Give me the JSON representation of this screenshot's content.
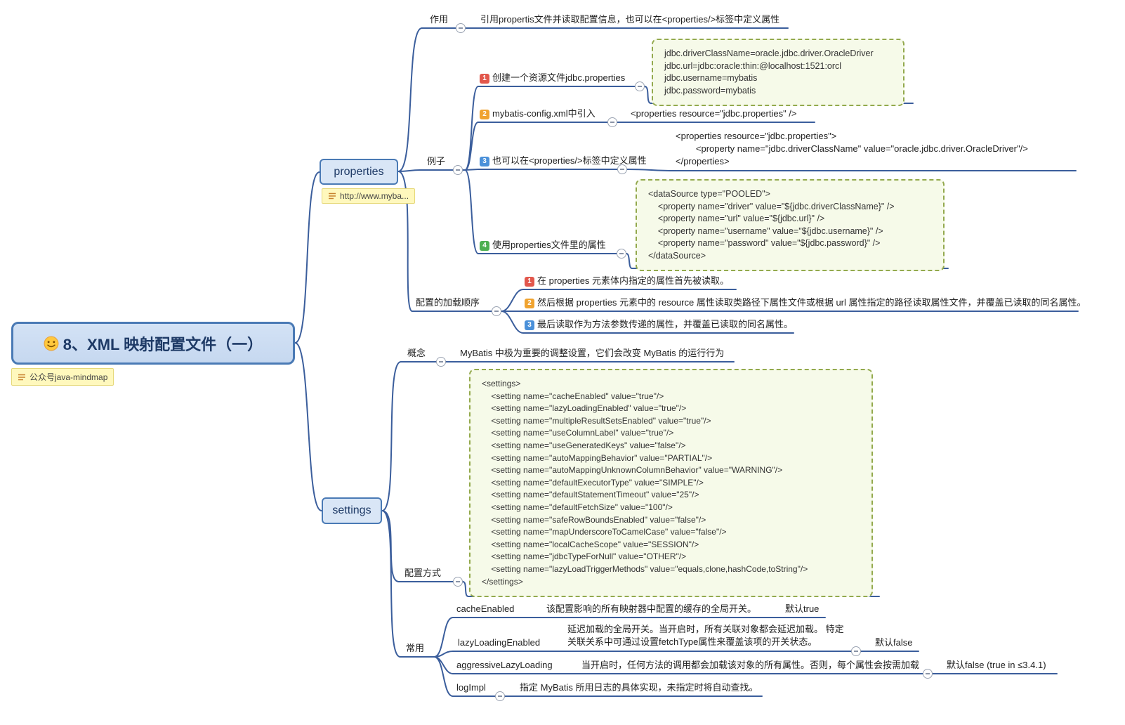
{
  "root": {
    "title": "8、XML 映射配置文件（一）",
    "note": "公众号java-mindmap"
  },
  "colors": {
    "line": "#3b5e9c",
    "topic_fill": "#d9e6f6",
    "topic_border": "#4a7ab5",
    "root_fill": "#c6d8f0",
    "text_dark": "#1e3a66",
    "note_bg": "#fff8bd",
    "code_box_bg": "#f6fae9",
    "code_box_border": "#93a94d",
    "badge1": "#e2574c",
    "badge2": "#f0a32f",
    "badge3": "#4a90d9",
    "badge4": "#4caf50"
  },
  "properties": {
    "label": "properties",
    "note": "http://www.myba...",
    "purpose": {
      "label": "作用",
      "text": "引用propertis文件并读取配置信息，也可以在<properties/>标签中定义属性"
    },
    "example": {
      "label": "例子",
      "items": [
        {
          "num": "1",
          "label": "创建一个资源文件jdbc.properties",
          "code": "jdbc.driverClassName=oracle.jdbc.driver.OracleDriver\njdbc.url=jdbc:oracle:thin:@localhost:1521:orcl\njdbc.username=mybatis\njdbc.password=mybatis"
        },
        {
          "num": "2",
          "label": "mybatis-config.xml中引入",
          "code": "<properties resource=\"jdbc.properties\" />"
        },
        {
          "num": "3",
          "label": "也可以在<properties/>标签中定义属性",
          "code": "<properties resource=\"jdbc.properties\">\n        <property name=\"jdbc.driverClassName\" value=\"oracle.jdbc.driver.OracleDriver\"/>\n</properties>"
        },
        {
          "num": "4",
          "label": "使用properties文件里的属性",
          "code": "<dataSource type=\"POOLED\">\n    <property name=\"driver\" value=\"${jdbc.driverClassName}\" />\n    <property name=\"url\" value=\"${jdbc.url}\" />\n    <property name=\"username\" value=\"${jdbc.username}\" />\n    <property name=\"password\" value=\"${jdbc.password}\" />\n</dataSource>"
        }
      ]
    },
    "load_order": {
      "label": "配置的加载顺序",
      "items": [
        {
          "num": "1",
          "text": "在 properties 元素体内指定的属性首先被读取。"
        },
        {
          "num": "2",
          "text": "然后根据 properties 元素中的 resource 属性读取类路径下属性文件或根据 url 属性指定的路径读取属性文件，并覆盖已读取的同名属性。"
        },
        {
          "num": "3",
          "text": "最后读取作为方法参数传递的属性，并覆盖已读取的同名属性。"
        }
      ]
    }
  },
  "settings": {
    "label": "settings",
    "concept": {
      "label": "概念",
      "text": "MyBatis 中极为重要的调整设置，它们会改变 MyBatis 的运行行为"
    },
    "config_way": {
      "label": "配置方式",
      "code": "<settings>\n    <setting name=\"cacheEnabled\" value=\"true\"/>\n    <setting name=\"lazyLoadingEnabled\" value=\"true\"/>\n    <setting name=\"multipleResultSetsEnabled\" value=\"true\"/>\n    <setting name=\"useColumnLabel\" value=\"true\"/>\n    <setting name=\"useGeneratedKeys\" value=\"false\"/>\n    <setting name=\"autoMappingBehavior\" value=\"PARTIAL\"/>\n    <setting name=\"autoMappingUnknownColumnBehavior\" value=\"WARNING\"/>\n    <setting name=\"defaultExecutorType\" value=\"SIMPLE\"/>\n    <setting name=\"defaultStatementTimeout\" value=\"25\"/>\n    <setting name=\"defaultFetchSize\" value=\"100\"/>\n    <setting name=\"safeRowBoundsEnabled\" value=\"false\"/>\n    <setting name=\"mapUnderscoreToCamelCase\" value=\"false\"/>\n    <setting name=\"localCacheScope\" value=\"SESSION\"/>\n    <setting name=\"jdbcTypeForNull\" value=\"OTHER\"/>\n    <setting name=\"lazyLoadTriggerMethods\" value=\"equals,clone,hashCode,toString\"/>\n</settings>"
    },
    "common": {
      "label": "常用",
      "items": [
        {
          "name": "cacheEnabled",
          "desc": "该配置影响的所有映射器中配置的缓存的全局开关。",
          "default": "默认true"
        },
        {
          "name": "lazyLoadingEnabled",
          "desc": "延迟加载的全局开关。当开启时，所有关联对象都会延迟加载。 特定\n关联关系中可通过设置fetchType属性来覆盖该项的开关状态。",
          "default": "默认false"
        },
        {
          "name": "aggressiveLazyLoading",
          "desc": "当开启时，任何方法的调用都会加载该对象的所有属性。否则，每个属性会按需加载",
          "default": "默认false (true in ≤3.4.1)"
        },
        {
          "name": "logImpl",
          "desc": "指定 MyBatis 所用日志的具体实现，未指定时将自动查找。",
          "default": ""
        }
      ]
    }
  }
}
